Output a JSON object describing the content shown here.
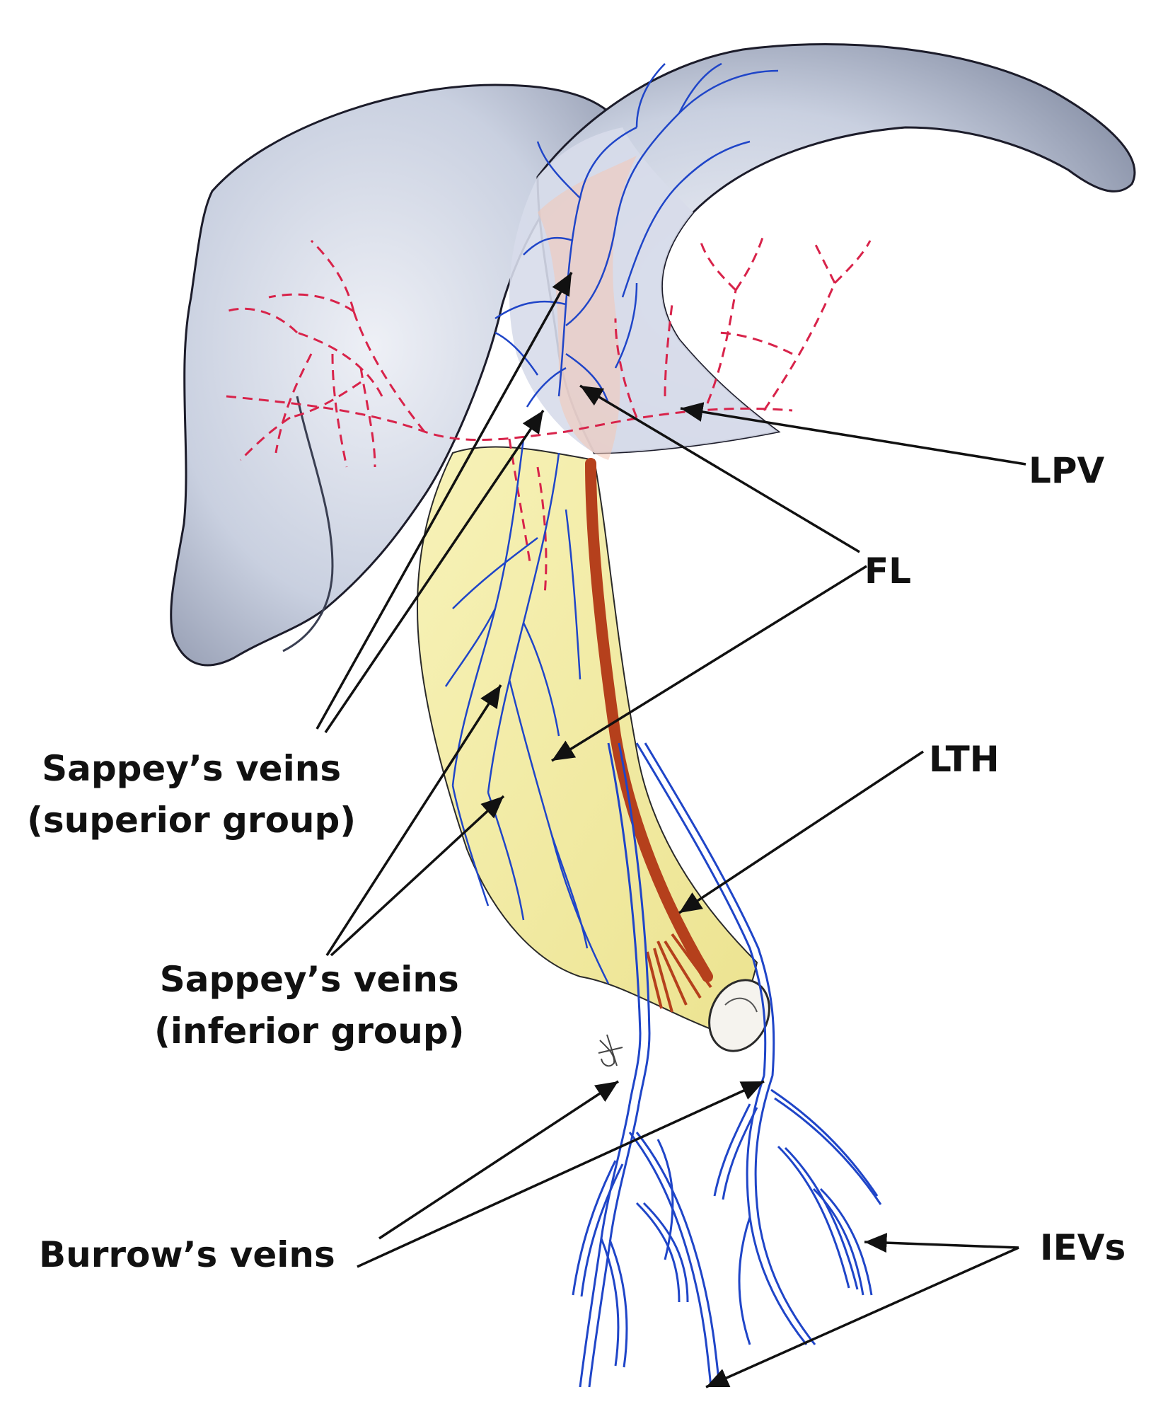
{
  "labels": {
    "lpv": "LPV",
    "fl": "FL",
    "lth": "LTH",
    "sappey_superior": {
      "line1": "Sappey’s veins",
      "line2": "(superior group)"
    },
    "sappey_inferior": {
      "line1": "Sappey’s veins",
      "line2": "(inferior group)"
    },
    "burrow": "Burrow’s veins",
    "ievs": "IEVs"
  },
  "colors": {
    "liver_fill": "#c9d0e0",
    "liver_shadow": "#8f97ad",
    "ligament_fill": "#f1ec9e",
    "ligament_pink": "#f4c6b4",
    "portal_vein_dashes": "#d8234a",
    "veins": "#1f45c8",
    "ligamentum_teres": "#b5401c",
    "arrows": "#111111"
  }
}
